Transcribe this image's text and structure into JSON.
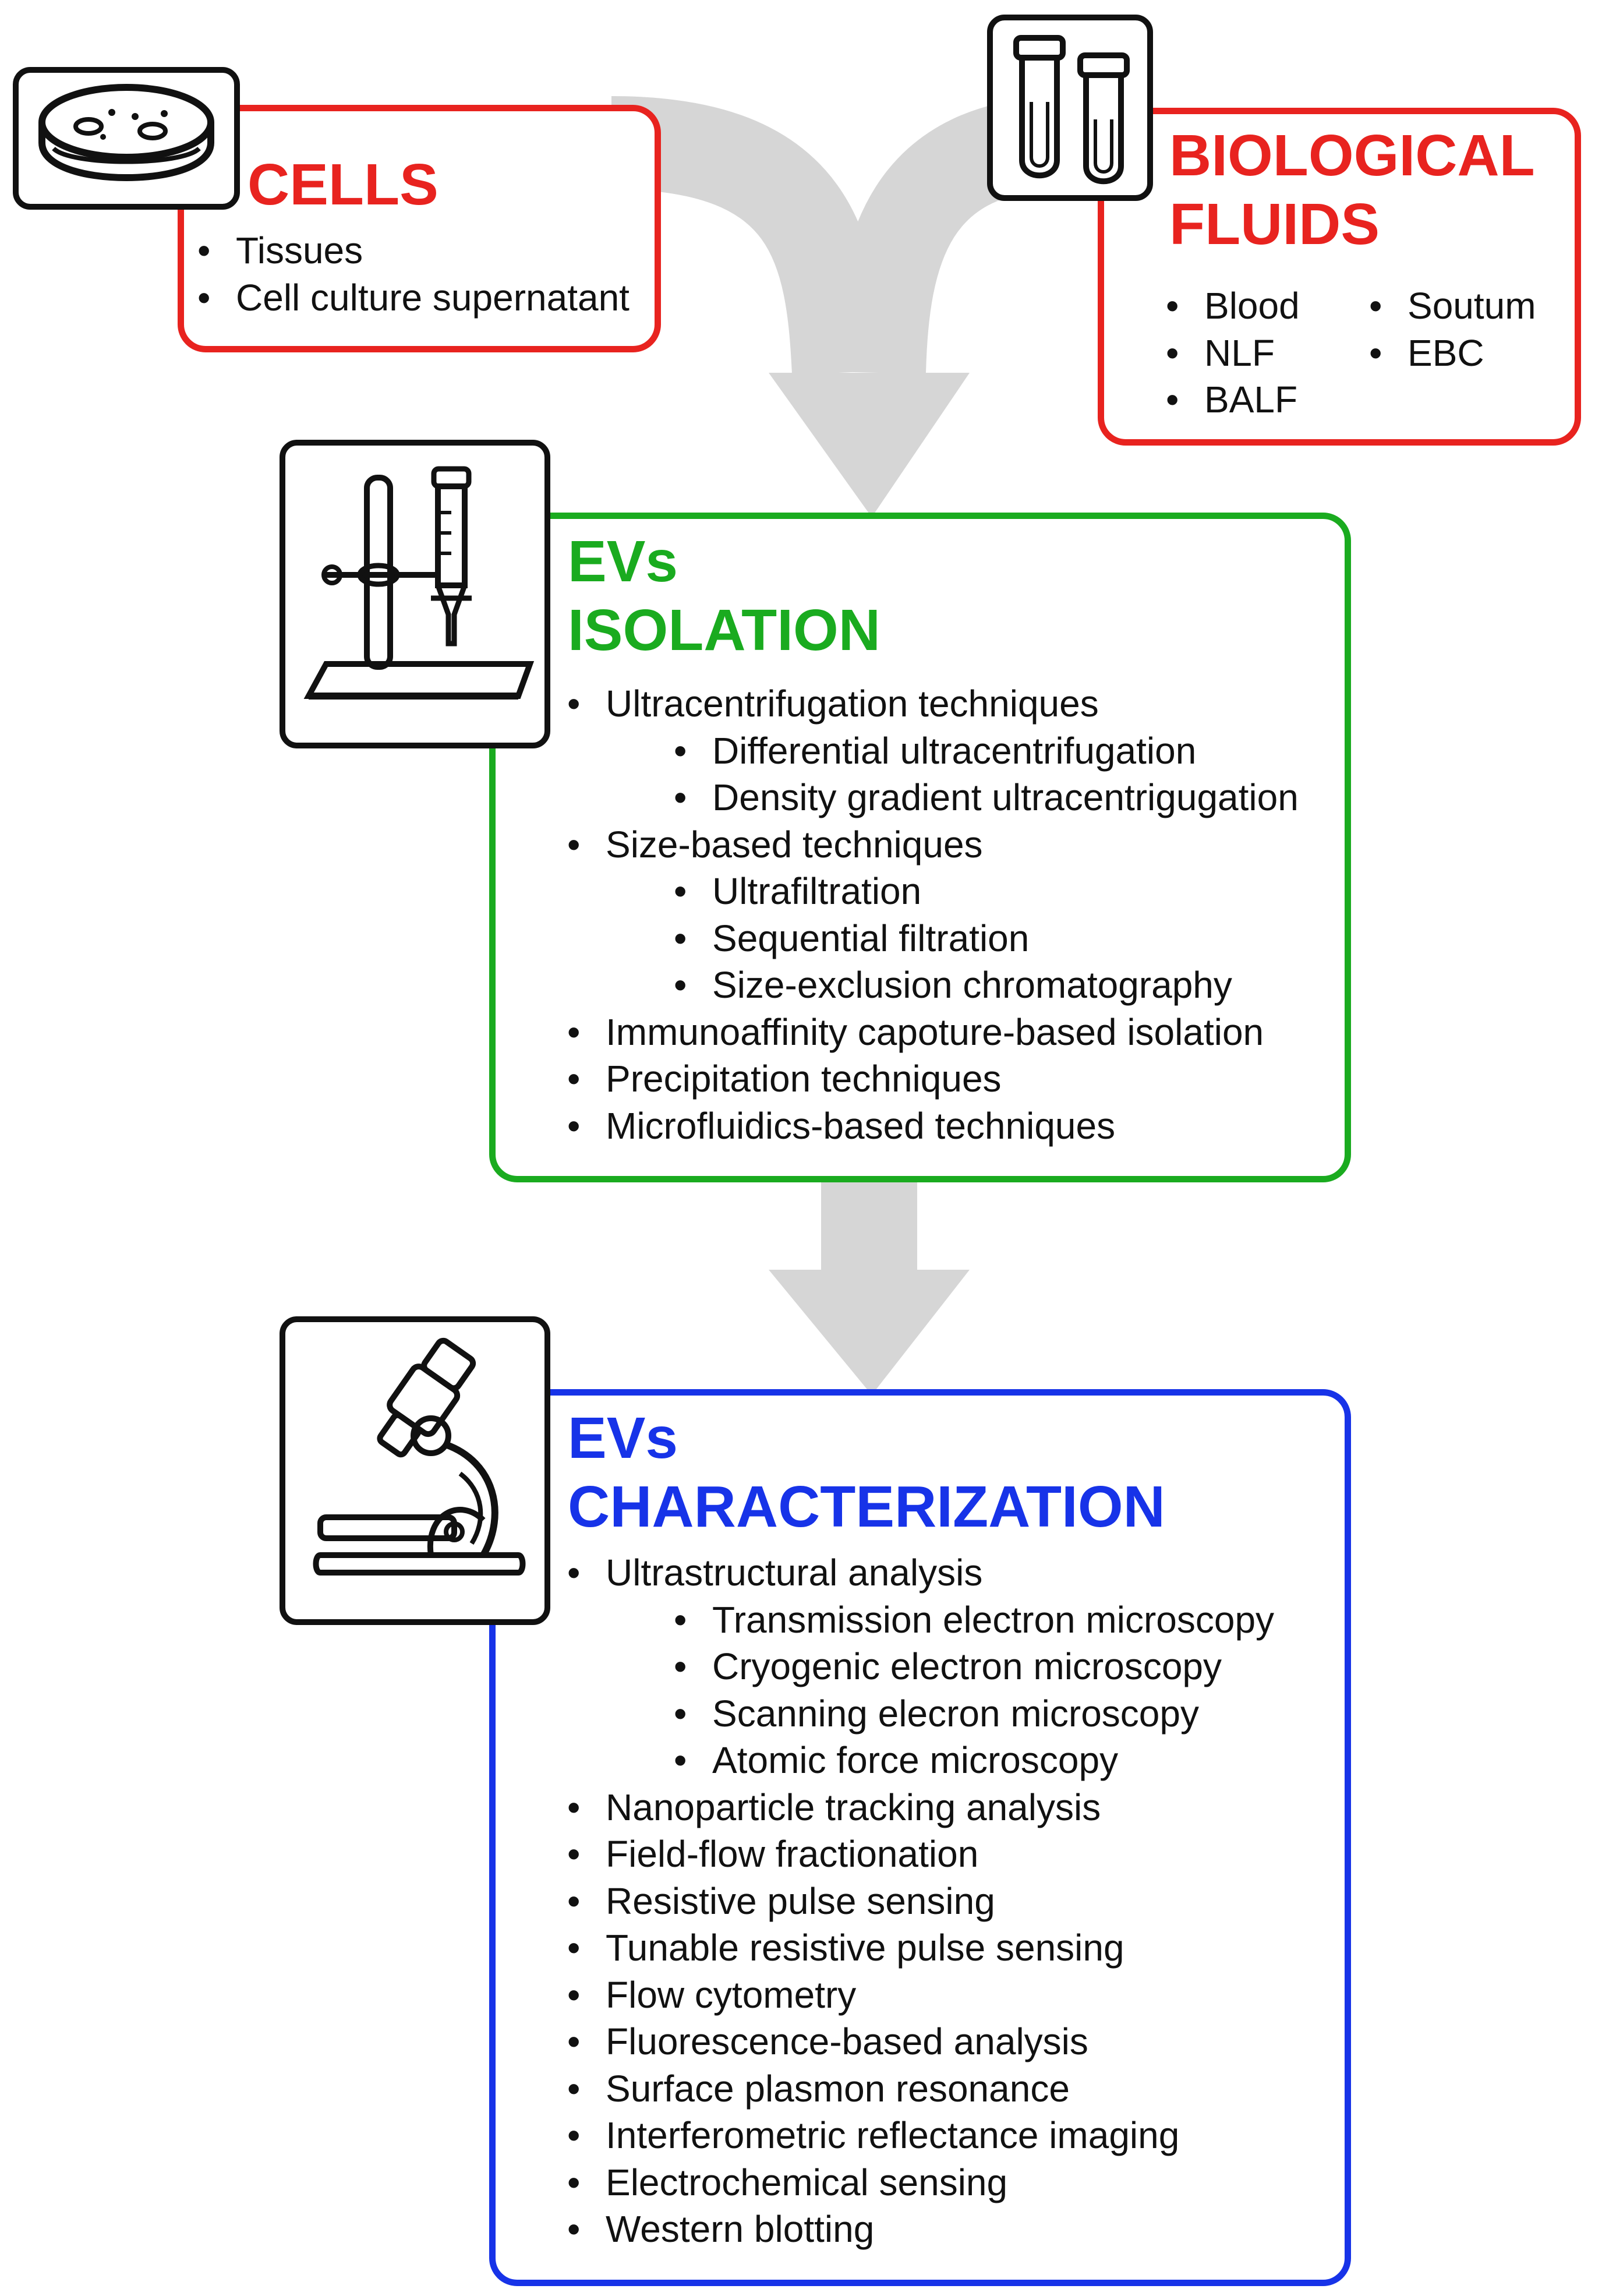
{
  "cells": {
    "title": "CELLS",
    "items": [
      "Tissues",
      "Cell culture supernatant"
    ],
    "icon": "petri-dish-icon"
  },
  "fluids": {
    "title_line1": "BIOLOGICAL",
    "title_line2": "FLUIDS",
    "col1": [
      "Blood",
      "NLF",
      "BALF"
    ],
    "col2": [
      "Soutum",
      "EBC"
    ],
    "icon": "test-tubes-icon"
  },
  "isolation": {
    "title_line1": "EVs",
    "title_line2": "ISOLATION",
    "icon": "lab-stand-burette-icon",
    "items": [
      {
        "text": "Ultracentrifugation techniques",
        "level": 0
      },
      {
        "text": "Differential ultracentrifugation",
        "level": 1
      },
      {
        "text": "Density gradient ultracentrigugation",
        "level": 1
      },
      {
        "text": "Size-based techniques",
        "level": 0
      },
      {
        "text": "Ultrafiltration",
        "level": 1
      },
      {
        "text": "Sequential filtration",
        "level": 1
      },
      {
        "text": "Size-exclusion chromatography",
        "level": 1
      },
      {
        "text": "Immunoaffinity capoture-based isolation",
        "level": 0
      },
      {
        "text": "Precipitation techniques",
        "level": 0
      },
      {
        "text": "Microfluidics-based techniques",
        "level": 0
      }
    ]
  },
  "characterization": {
    "title_line1": "EVs",
    "title_line2": "CHARACTERIZATION",
    "icon": "microscope-icon",
    "items": [
      {
        "text": "Ultrastructural analysis",
        "level": 0
      },
      {
        "text": "Transmission electron microscopy",
        "level": 1
      },
      {
        "text": "Cryogenic electron microscopy",
        "level": 1
      },
      {
        "text": "Scanning elecron microscopy",
        "level": 1
      },
      {
        "text": "Atomic force microscopy",
        "level": 1
      },
      {
        "text": "Nanoparticle tracking analysis",
        "level": 0
      },
      {
        "text": "Field-flow fractionation",
        "level": 0
      },
      {
        "text": "Resistive pulse sensing",
        "level": 0
      },
      {
        "text": "Tunable resistive pulse sensing",
        "level": 0
      },
      {
        "text": "Flow cytometry",
        "level": 0
      },
      {
        "text": "Fluorescence-based analysis",
        "level": 0
      },
      {
        "text": "Surface plasmon resonance",
        "level": 0
      },
      {
        "text": "Interferometric reflectance imaging",
        "level": 0
      },
      {
        "text": "Electrochemical sensing",
        "level": 0
      },
      {
        "text": "Western blotting",
        "level": 0
      }
    ]
  },
  "colors": {
    "red": "#e8231f",
    "green": "#1aab1f",
    "blue": "#1733e8",
    "arrow": "#d6d6d6"
  }
}
